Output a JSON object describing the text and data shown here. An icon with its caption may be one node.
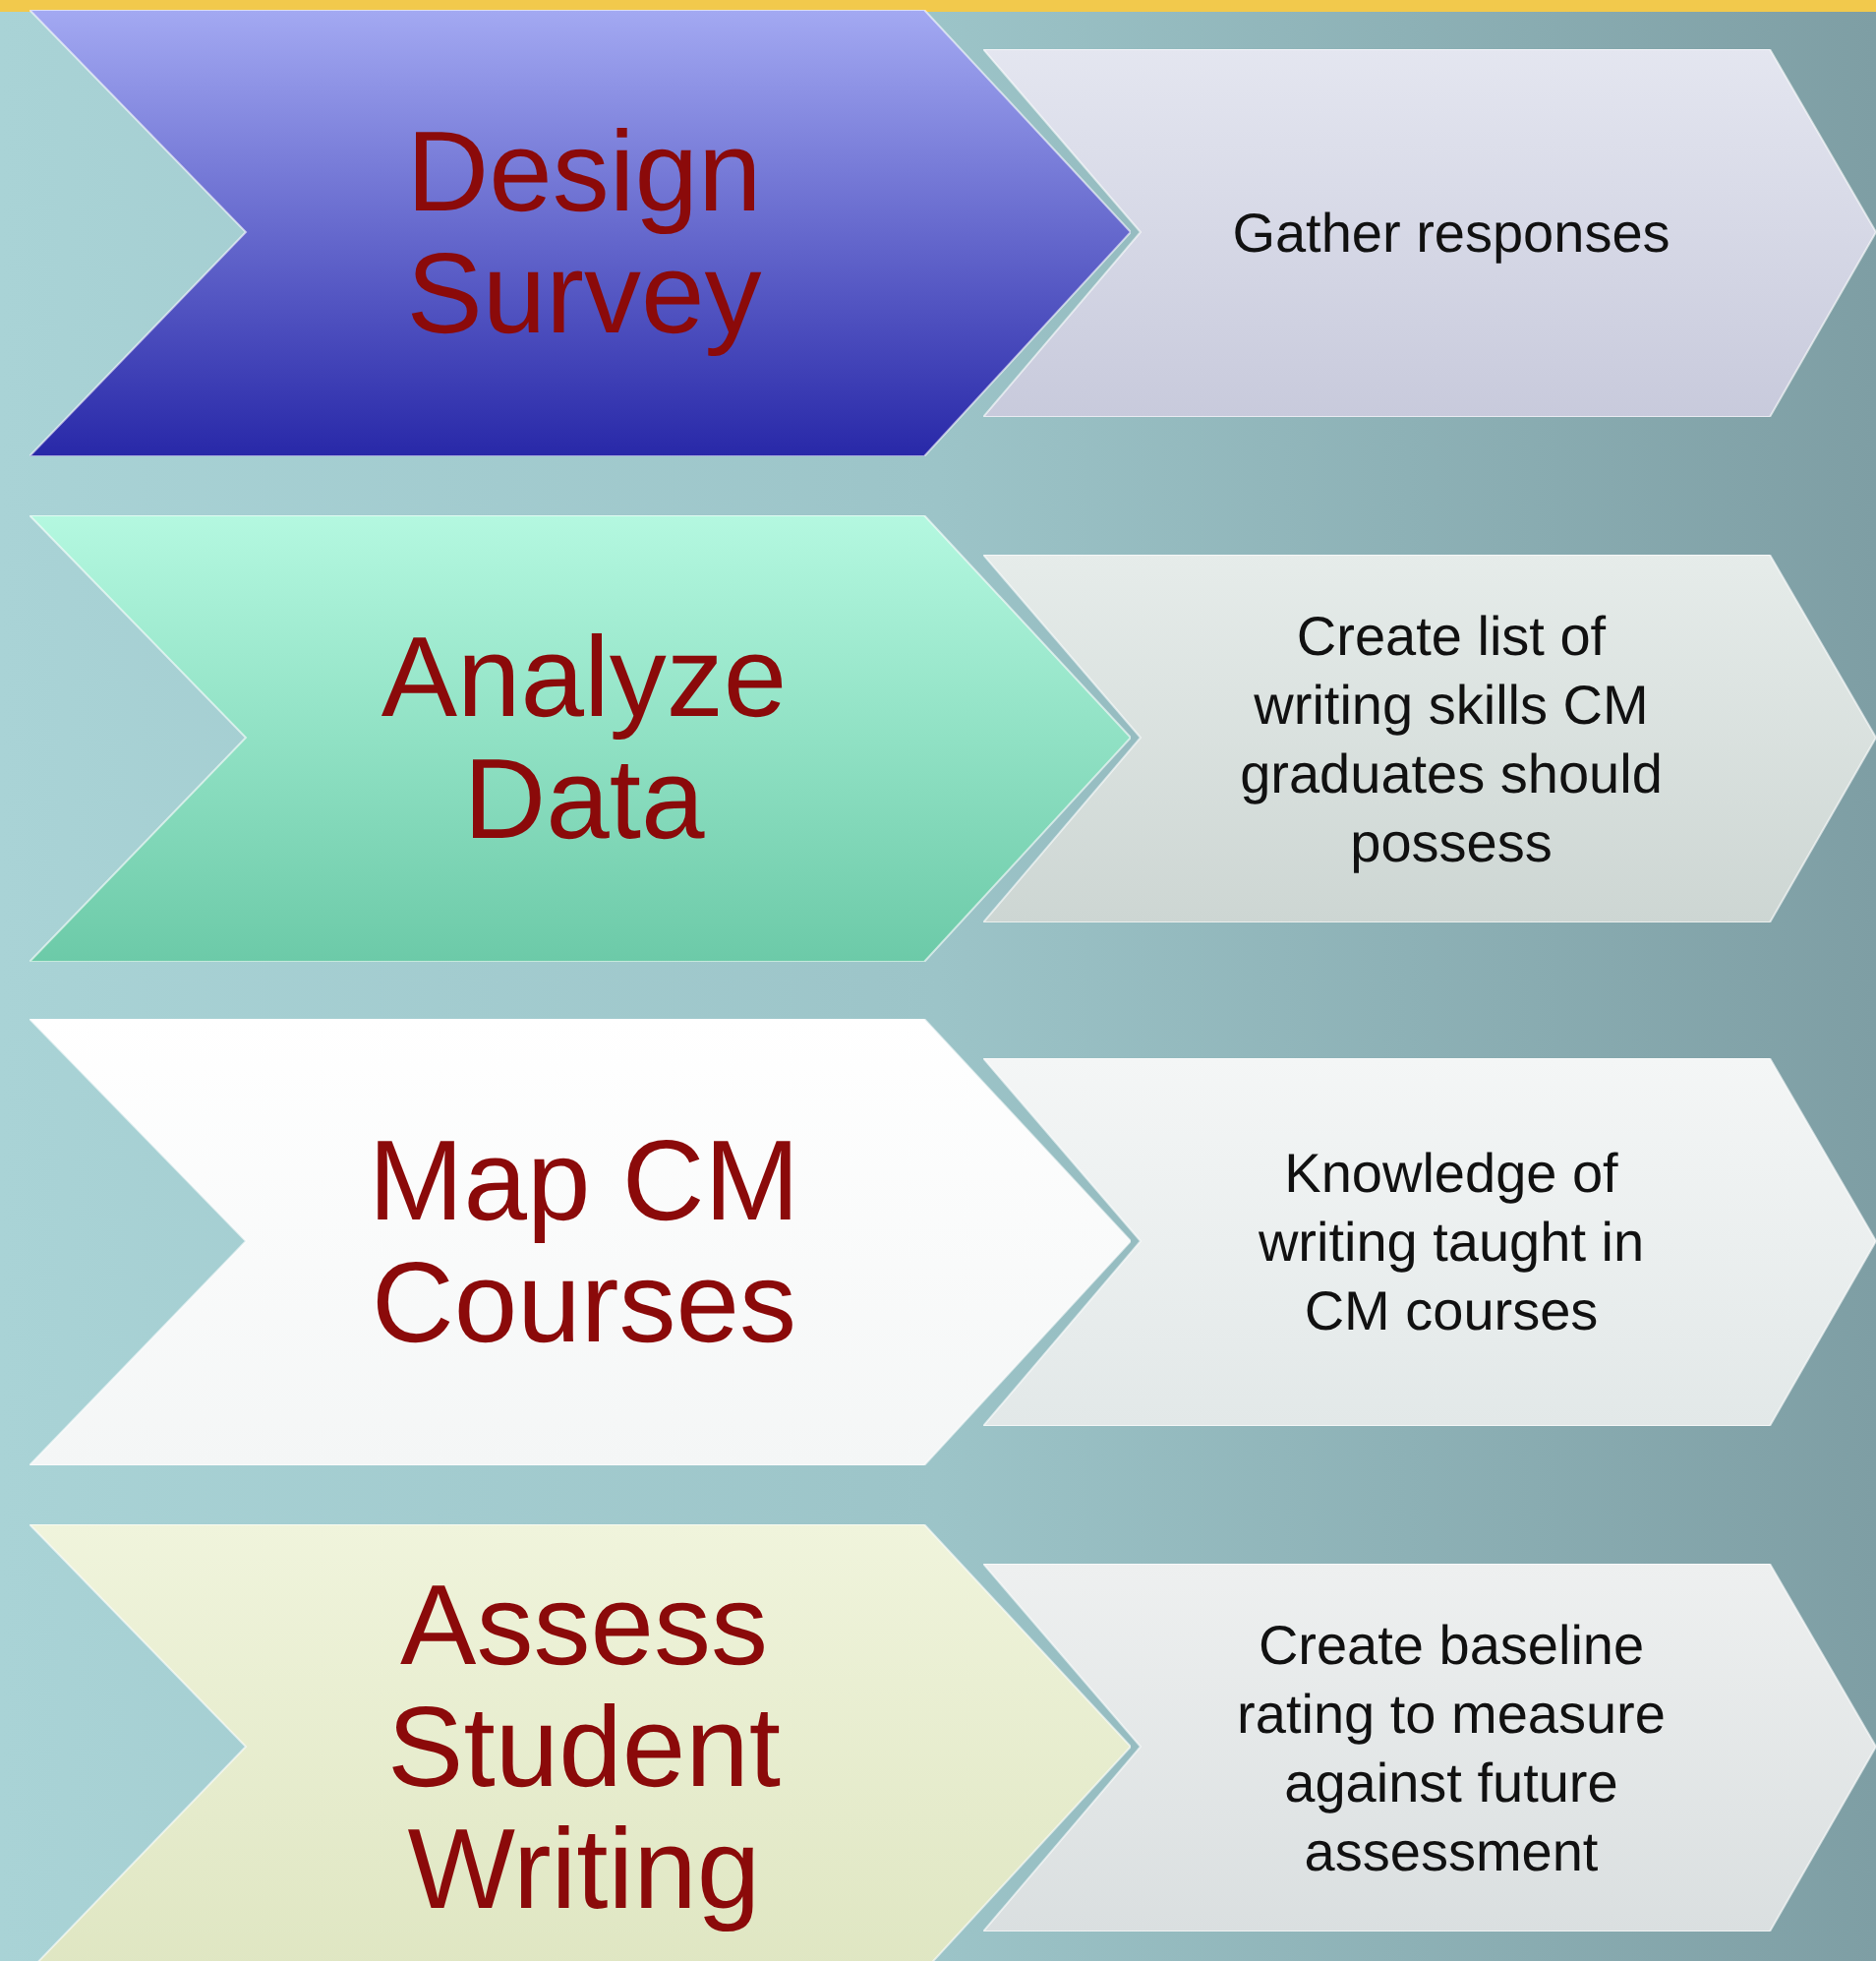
{
  "diagram": {
    "nodes": [
      {
        "text": [
          "Design Survey"
        ]
      },
      {
        "text": [
          "Gather responses"
        ]
      },
      {
        "text": [
          "Analyze Data"
        ]
      },
      {
        "text": [
          "Create list of writing skills CM graduates should possess"
        ]
      },
      {
        "text": [
          "Map CM Courses"
        ]
      },
      {
        "text": [
          "Knowledge of writing taught in CM courses"
        ]
      },
      {
        "text": [
          "Assess Student Writing"
        ]
      },
      {
        "text": [
          "Create baseline rating to measure against future assessment"
        ]
      }
    ]
  }
}
